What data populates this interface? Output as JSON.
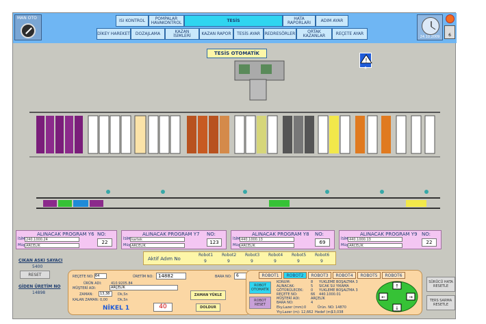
{
  "mode_switch": {
    "label": "MAN    OTO"
  },
  "top_menu": {
    "row1": [
      "ISI KONTROL",
      "POMPALAR HAVAKONTROL",
      "TESİS",
      "HATA RAPORLARI",
      "ADIM AYAR"
    ],
    "row2": [
      "DİKEY HAREKET",
      "DOZAJLAMA",
      "KAZAN İSİMLERİ",
      "KAZAN RAPOR",
      "TESİS AYAR",
      "REDRESÖRLER",
      "ORTAK KAZANLAR",
      "REÇETE AYAR"
    ],
    "active": "TESİS"
  },
  "clock": {
    "date": "24.10.2009"
  },
  "side_box": {
    "label": "6"
  },
  "page_title": "TESİS OTOMATİK",
  "warning": {
    "label": "6"
  },
  "programs": [
    {
      "title": "ALINACAK PROGRAM Y6",
      "no_label": "NO:",
      "isim_label": "İSİM:",
      "isim": "240.1000.24",
      "mus_label": "Müş.:",
      "musteri": "ARCELİK",
      "no": "22"
    },
    {
      "title": "ALINACAK PROGRAM Y7",
      "no_label": "NO:",
      "isim_label": "İSİM:",
      "isim": "kartek",
      "mus_label": "Müş.:",
      "musteri": "ARCELİK",
      "no": "123"
    },
    {
      "title": "ALINACAK PROGRAM Y8",
      "no_label": "NO:",
      "isim_label": "İSİM:",
      "isim": "440.1000.13",
      "mus_label": "Müş.:",
      "musteri": "ARCELİK",
      "no": "69"
    },
    {
      "title": "ALINACAK PROGRAM Y9",
      "no_label": "NO:",
      "isim_label": "İSİM:",
      "isim": "440.1000.13",
      "mus_label": "Müş.:",
      "musteri": "ARCELİK",
      "no": "22"
    }
  ],
  "counters": {
    "cikan_label": "ÇIKAN ASKI SAYACI",
    "cikan_value": "5400",
    "reset_label": "RESET",
    "giden_label": "GİDEN ÜRETİM NO",
    "giden_value": "14898"
  },
  "aktif": {
    "label": "Aktif Adım No",
    "robots": [
      {
        "name": "Robot1",
        "val": "9"
      },
      {
        "name": "Robot2",
        "val": "9"
      },
      {
        "name": "Robot3",
        "val": "9"
      },
      {
        "name": "Robot4",
        "val": "9"
      },
      {
        "name": "Robot5",
        "val": "9"
      },
      {
        "name": "Robot6",
        "val": "9"
      }
    ]
  },
  "recipe": {
    "recete_no_label": "REÇETE NO:",
    "recete_no": "64",
    "uretim_no_label": "ÜRETİM NO:",
    "uretim_no": "14882",
    "bara_no_label": "BARA NO:",
    "bara_no": "6",
    "urun_adi_label": "ÜRÜN ADI:",
    "urun_adi": "410.9205.84",
    "musteri_adi_label": "MÜŞTERİ ADI:",
    "musteri_adi": "ARÇELİK",
    "zaman_label": "ZAMAN:",
    "zaman": "13,38",
    "dk_sn": "Dk,Sn",
    "kalan_label": "KALAN ZAMAN:",
    "kalan": "0,00",
    "nikel_label": "NİKEL 1",
    "nikel_value": "40",
    "zaman_yukle": "ZAMAN YÜKLE",
    "doldur": "DOLDUR"
  },
  "robot_panel": {
    "tabs": [
      "ROBOT1",
      "ROBOT2",
      "ROBOT3",
      "ROBOT4",
      "ROBOT5",
      "ROBOT6"
    ],
    "active_tab": "ROBOT2",
    "oto_btn": "ROBOT OTOMATİK",
    "reset_btn": "ROBOT RESET",
    "fields": [
      {
        "k": "KONUM:",
        "v": "8",
        "d": "YUKLEME BOŞALTMA 3"
      },
      {
        "k": "ALINACAK:",
        "v": "5",
        "d": "SICAK SU YIKAMA"
      },
      {
        "k": "GÖTÜRÜLECEK:",
        "v": "0",
        "d": "YUKLEME BOŞALTMA 3"
      },
      {
        "k": "REÇETE NO:",
        "v": "66",
        "d": "440.1000.01"
      },
      {
        "k": "MÜŞTERİ ADI:",
        "v": "ARÇELİK",
        "d": ""
      },
      {
        "k": "BARA NO:",
        "v": "4",
        "d": ""
      }
    ],
    "eks_lazer_label": "Eky.Lazer (mm):",
    "eks_lazer": "0",
    "urun_no_label": "Ürün. NO:",
    "urun_no": "14870",
    "yty_lazer_label": "Yty.Lazer (m):",
    "yty_lazer": "12,662",
    "hedef_label": "Hedef (m):",
    "hedef": "13,038"
  },
  "right_buttons": {
    "surucu": "SÜRÜCÜ HATA RESETLE",
    "ters": "TERS SARMA RESETLE"
  },
  "colors": {
    "topbar": "#6fb6f3",
    "tab_active": "#2fd5f0",
    "program_bg": "#f4c6f2",
    "panel_bg": "#fbd7a4",
    "frame_bg": "#c8c8c0"
  }
}
